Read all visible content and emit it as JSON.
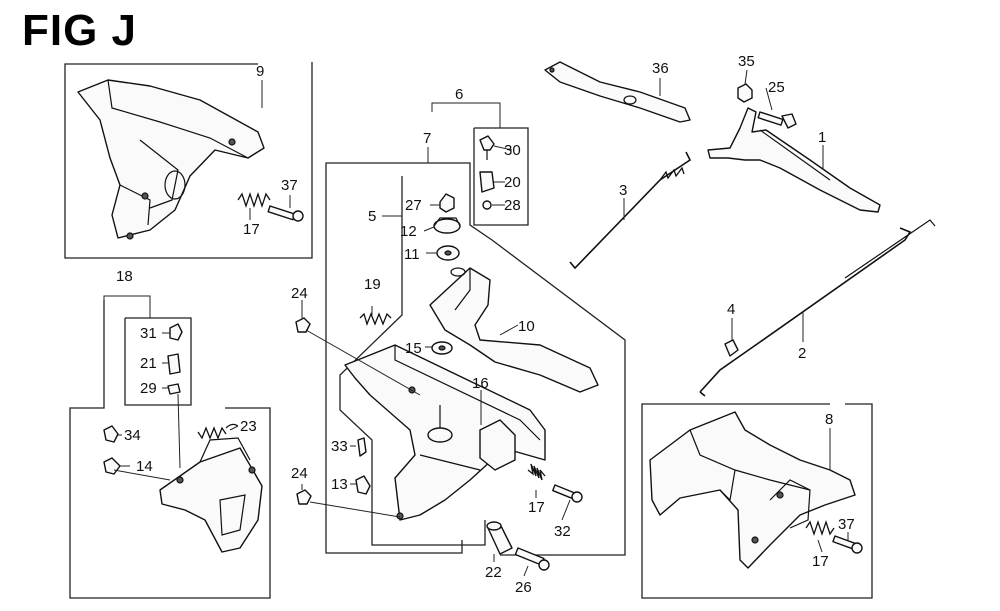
{
  "figure": {
    "title": "FIG J"
  },
  "callouts": [
    {
      "key": "c9",
      "label": "9"
    },
    {
      "key": "c37a",
      "label": "37"
    },
    {
      "key": "c17a",
      "label": "17"
    },
    {
      "key": "c6",
      "label": "6"
    },
    {
      "key": "c7",
      "label": "7"
    },
    {
      "key": "c5",
      "label": "5"
    },
    {
      "key": "c30",
      "label": "30"
    },
    {
      "key": "c20",
      "label": "20"
    },
    {
      "key": "c28",
      "label": "28"
    },
    {
      "key": "c27",
      "label": "27"
    },
    {
      "key": "c12",
      "label": "12"
    },
    {
      "key": "c11",
      "label": "11"
    },
    {
      "key": "c19",
      "label": "19"
    },
    {
      "key": "c10",
      "label": "10"
    },
    {
      "key": "c15",
      "label": "15"
    },
    {
      "key": "c16",
      "label": "16"
    },
    {
      "key": "c24a",
      "label": "24"
    },
    {
      "key": "c24b",
      "label": "24"
    },
    {
      "key": "c33",
      "label": "33"
    },
    {
      "key": "c13",
      "label": "13"
    },
    {
      "key": "c17b",
      "label": "17"
    },
    {
      "key": "c32",
      "label": "32"
    },
    {
      "key": "c22",
      "label": "22"
    },
    {
      "key": "c26",
      "label": "26"
    },
    {
      "key": "c18",
      "label": "18"
    },
    {
      "key": "c31",
      "label": "31"
    },
    {
      "key": "c21",
      "label": "21"
    },
    {
      "key": "c29",
      "label": "29"
    },
    {
      "key": "c34",
      "label": "34"
    },
    {
      "key": "c14",
      "label": "14"
    },
    {
      "key": "c23",
      "label": "23"
    },
    {
      "key": "c36",
      "label": "36"
    },
    {
      "key": "c35",
      "label": "35"
    },
    {
      "key": "c25",
      "label": "25"
    },
    {
      "key": "c1",
      "label": "1"
    },
    {
      "key": "c3",
      "label": "3"
    },
    {
      "key": "c4",
      "label": "4"
    },
    {
      "key": "c2",
      "label": "2"
    },
    {
      "key": "c8",
      "label": "8"
    },
    {
      "key": "c37b",
      "label": "37"
    },
    {
      "key": "c17c",
      "label": "17"
    }
  ]
}
